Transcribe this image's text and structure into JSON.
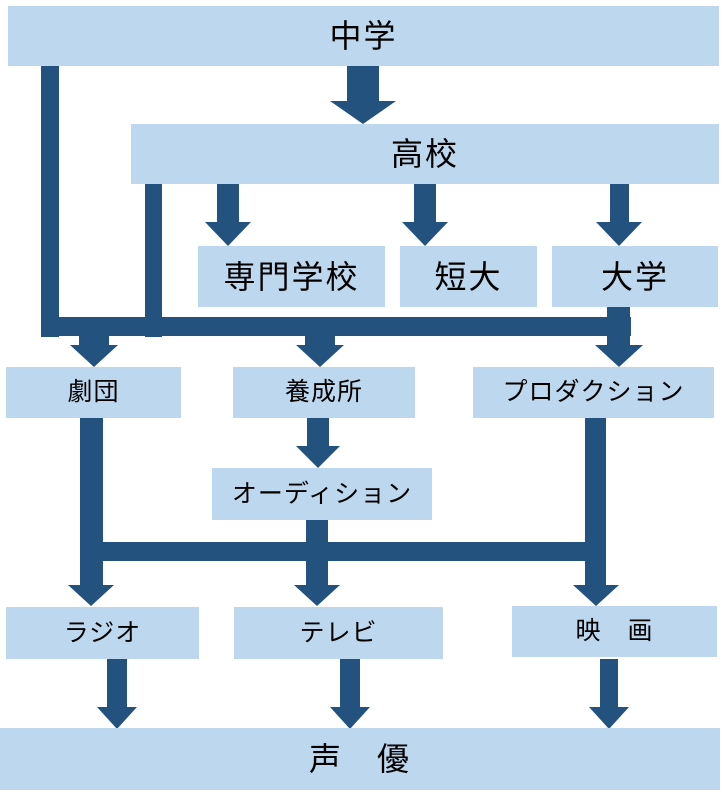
{
  "diagram": {
    "kind": "flowchart",
    "colors": {
      "box_fill": "#bdd7ee",
      "connector": "#23527e",
      "text": "#000000",
      "background": "#ffffff"
    },
    "nodes": {
      "chugaku": {
        "label": "中学"
      },
      "koko": {
        "label": "高校"
      },
      "senmon": {
        "label": "専門学校"
      },
      "tandai": {
        "label": "短大"
      },
      "daigaku": {
        "label": "大学"
      },
      "gekidan": {
        "label": "劇団"
      },
      "yoseijo": {
        "label": "養成所"
      },
      "production": {
        "label": "プロダクション"
      },
      "audition": {
        "label": "オーディション"
      },
      "radio": {
        "label": "ラジオ"
      },
      "tv": {
        "label": "テレビ"
      },
      "eiga": {
        "label": "映　画"
      },
      "seiyu": {
        "label": "声　優"
      }
    },
    "edges": [
      {
        "from": "chugaku",
        "to": "koko"
      },
      {
        "from": "koko",
        "to": "senmon"
      },
      {
        "from": "koko",
        "to": "tandai"
      },
      {
        "from": "koko",
        "to": "daigaku"
      },
      {
        "from": "chugaku",
        "to": "gekidan"
      },
      {
        "from": "chugaku",
        "to": "yoseijo"
      },
      {
        "from": "chugaku",
        "to": "production"
      },
      {
        "from": "koko",
        "to": "gekidan"
      },
      {
        "from": "koko",
        "to": "yoseijo"
      },
      {
        "from": "koko",
        "to": "production"
      },
      {
        "from": "daigaku",
        "to": "gekidan"
      },
      {
        "from": "daigaku",
        "to": "yoseijo"
      },
      {
        "from": "daigaku",
        "to": "production"
      },
      {
        "from": "yoseijo",
        "to": "audition"
      },
      {
        "from": "gekidan",
        "to": "radio"
      },
      {
        "from": "audition",
        "to": "tv"
      },
      {
        "from": "production",
        "to": "eiga"
      },
      {
        "from": "gekidan",
        "to": "tv"
      },
      {
        "from": "audition",
        "to": "radio"
      },
      {
        "from": "production",
        "to": "tv"
      },
      {
        "from": "radio",
        "to": "seiyu"
      },
      {
        "from": "tv",
        "to": "seiyu"
      },
      {
        "from": "eiga",
        "to": "seiyu"
      }
    ]
  }
}
